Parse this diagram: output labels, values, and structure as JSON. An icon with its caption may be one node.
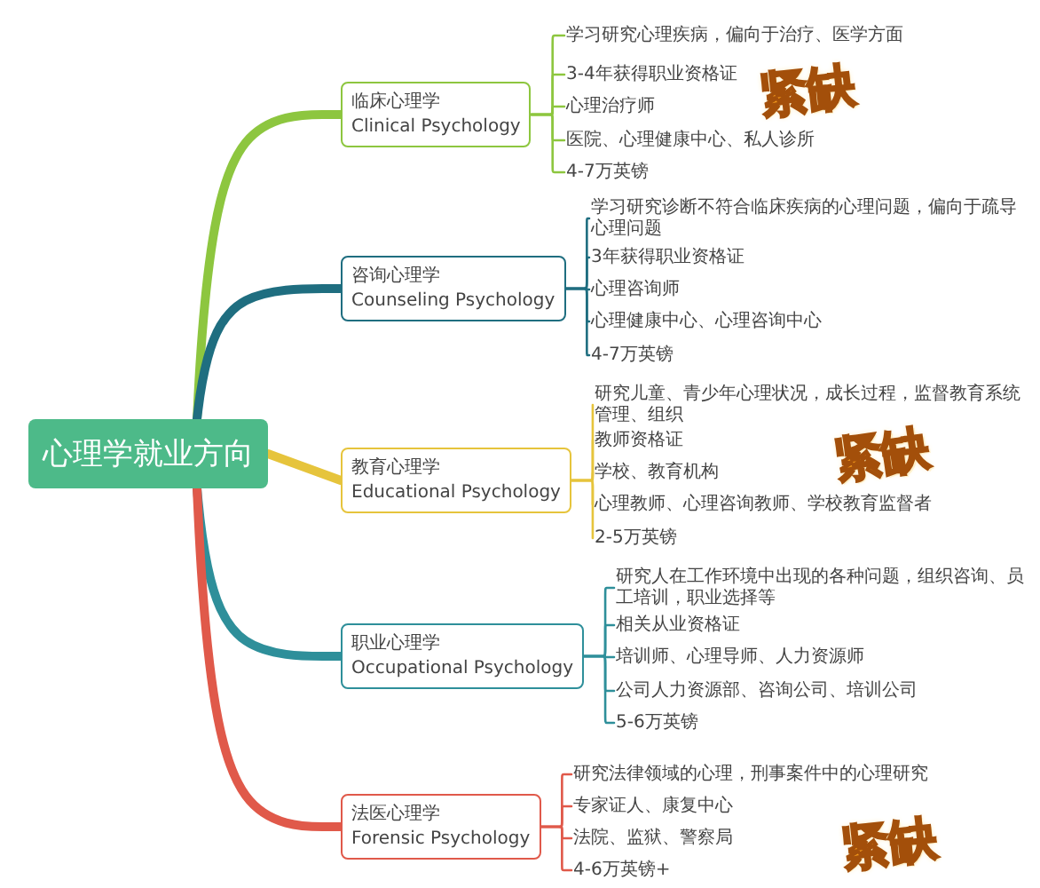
{
  "diagram": {
    "nodes": [
      {
        "text": [
          "心理学就业方向"
        ]
      },
      {
        "text": [
          "临床心理学",
          "Clinical Psychology"
        ]
      },
      {
        "text": [
          "学习研究心理疾病，偏向于治疗、医学方面"
        ]
      },
      {
        "text": [
          "3-4年获得职业资格证"
        ]
      },
      {
        "text": [
          "心理治疗师"
        ]
      },
      {
        "text": [
          "医院、心理健康中心、私人诊所"
        ]
      },
      {
        "text": [
          "4-7万英镑"
        ]
      },
      {
        "text": [
          "咨询心理学",
          "Counseling Psychology"
        ]
      },
      {
        "text": [
          "学习研究诊断不符合临床疾病的心理问题，偏向于疏导心理问题"
        ]
      },
      {
        "text": [
          "3年获得职业资格证"
        ]
      },
      {
        "text": [
          "心理咨询师"
        ]
      },
      {
        "text": [
          "心理健康中心、心理咨询中心"
        ]
      },
      {
        "text": [
          "4-7万英镑"
        ]
      },
      {
        "text": [
          "教育心理学",
          "Educational Psychology"
        ]
      },
      {
        "text": [
          "研究儿童、青少年心理状况，成长过程，监督教育系统管理、组织"
        ]
      },
      {
        "text": [
          "教师资格证"
        ]
      },
      {
        "text": [
          "学校、教育机构"
        ]
      },
      {
        "text": [
          "心理教师、心理咨询教师、学校教育监督者"
        ]
      },
      {
        "text": [
          "2-5万英镑"
        ]
      },
      {
        "text": [
          "职业心理学",
          "Occupational Psychology"
        ]
      },
      {
        "text": [
          "研究人在工作环境中出现的各种问题，组织咨询、员工培训，职业选择等"
        ]
      },
      {
        "text": [
          "相关从业资格证"
        ]
      },
      {
        "text": [
          "培训师、心理导师、人力资源师"
        ]
      },
      {
        "text": [
          "公司人力资源部、咨询公司、培训公司"
        ]
      },
      {
        "text": [
          "5-6万英镑"
        ]
      },
      {
        "text": [
          "法医心理学",
          "Forensic Psychology"
        ]
      },
      {
        "text": [
          "研究法律领域的心理，刑事案件中的心理研究"
        ]
      },
      {
        "text": [
          "专家证人、康复中心"
        ]
      },
      {
        "text": [
          "法院、监狱、警察局"
        ]
      },
      {
        "text": [
          "4-6万英镑+"
        ]
      }
    ],
    "edges": [
      {
        "from": 0,
        "to": 1,
        "arrow": "none",
        "style": "thick",
        "color": "#8dc63f"
      },
      {
        "from": 0,
        "to": 7,
        "arrow": "none",
        "style": "thick",
        "color": "#1f6e80"
      },
      {
        "from": 0,
        "to": 13,
        "arrow": "none",
        "style": "thick",
        "color": "#e6c43c"
      },
      {
        "from": 0,
        "to": 19,
        "arrow": "none",
        "style": "thick",
        "color": "#2e8f9a"
      },
      {
        "from": 0,
        "to": 25,
        "arrow": "none",
        "style": "thick",
        "color": "#e0594a"
      },
      {
        "from": 1,
        "to": 2,
        "arrow": "none",
        "color": "#8dc63f"
      },
      {
        "from": 1,
        "to": 3,
        "arrow": "none",
        "color": "#8dc63f"
      },
      {
        "from": 1,
        "to": 4,
        "arrow": "none",
        "color": "#8dc63f"
      },
      {
        "from": 1,
        "to": 5,
        "arrow": "none",
        "color": "#8dc63f"
      },
      {
        "from": 1,
        "to": 6,
        "arrow": "none",
        "color": "#8dc63f"
      },
      {
        "from": 7,
        "to": 8,
        "arrow": "none",
        "color": "#1f6e80"
      },
      {
        "from": 7,
        "to": 9,
        "arrow": "none",
        "color": "#1f6e80"
      },
      {
        "from": 7,
        "to": 10,
        "arrow": "none",
        "color": "#1f6e80"
      },
      {
        "from": 7,
        "to": 11,
        "arrow": "none",
        "color": "#1f6e80"
      },
      {
        "from": 7,
        "to": 12,
        "arrow": "none",
        "color": "#1f6e80"
      },
      {
        "from": 13,
        "to": 14,
        "arrow": "none",
        "color": "#e6c43c"
      },
      {
        "from": 13,
        "to": 15,
        "arrow": "none",
        "color": "#e6c43c"
      },
      {
        "from": 13,
        "to": 16,
        "arrow": "none",
        "color": "#e6c43c"
      },
      {
        "from": 13,
        "to": 17,
        "arrow": "none",
        "color": "#e6c43c"
      },
      {
        "from": 13,
        "to": 18,
        "arrow": "none",
        "color": "#e6c43c"
      },
      {
        "from": 19,
        "to": 20,
        "arrow": "none",
        "color": "#2e8f9a"
      },
      {
        "from": 19,
        "to": 21,
        "arrow": "none",
        "color": "#2e8f9a"
      },
      {
        "from": 19,
        "to": 22,
        "arrow": "none",
        "color": "#2e8f9a"
      },
      {
        "from": 19,
        "to": 23,
        "arrow": "none",
        "color": "#2e8f9a"
      },
      {
        "from": 19,
        "to": 24,
        "arrow": "none",
        "color": "#2e8f9a"
      },
      {
        "from": 25,
        "to": 26,
        "arrow": "none",
        "color": "#e0594a"
      },
      {
        "from": 25,
        "to": 27,
        "arrow": "none",
        "color": "#e0594a"
      },
      {
        "from": 25,
        "to": 28,
        "arrow": "none",
        "color": "#e0594a"
      },
      {
        "from": 25,
        "to": 29,
        "arrow": "none",
        "color": "#e0594a"
      }
    ],
    "labels": [
      "紧缺",
      "紧缺",
      "紧缺"
    ]
  }
}
